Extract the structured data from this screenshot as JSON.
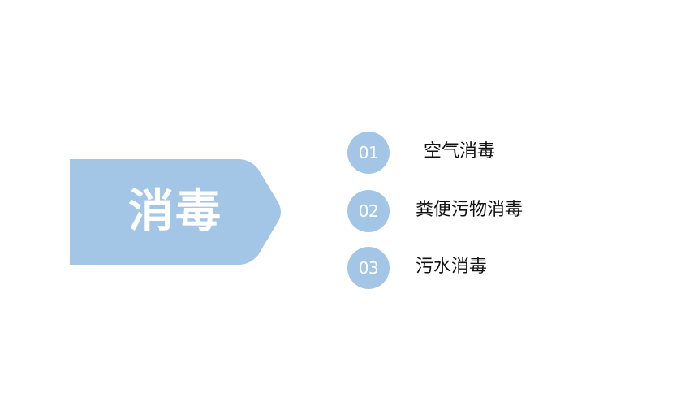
{
  "title": "消毒",
  "colors": {
    "accent": "#a4c6e6",
    "background": "#ffffff",
    "text": "#111111"
  },
  "items": [
    {
      "number": "01",
      "label": "空气消毒"
    },
    {
      "number": "02",
      "label": "粪便污物消毒"
    },
    {
      "number": "03",
      "label": "污水消毒"
    }
  ]
}
